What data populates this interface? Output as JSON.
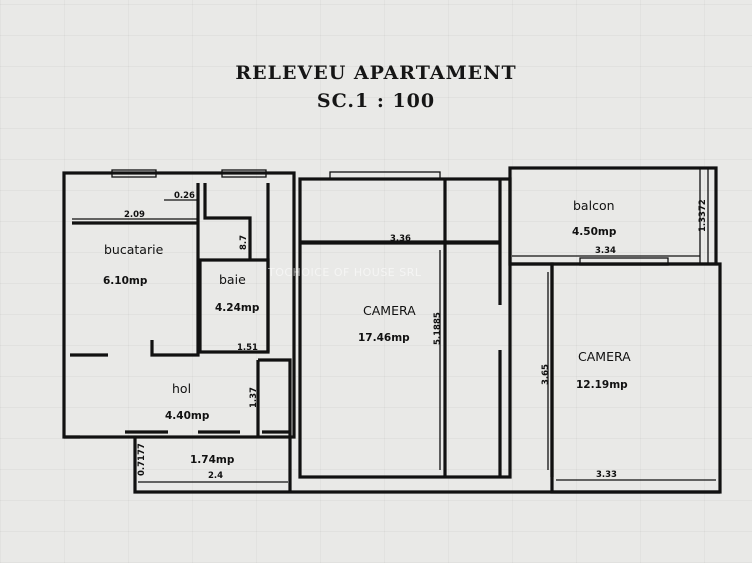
{
  "title": "RELEVEU   APARTAMENT",
  "subtitle": "SC.1 : 100",
  "watermark": "TOCHOICE OF HOUSE SRL",
  "rooms": [
    {
      "name": "bucatarie",
      "area": "6.10mp"
    },
    {
      "name": "baie",
      "area": "4.24mp"
    },
    {
      "name": "hol",
      "area": "4.40mp"
    },
    {
      "name": "",
      "area": "1.74mp"
    },
    {
      "name": "CAMERA",
      "area": "17.46mp"
    },
    {
      "name": "balcon",
      "area": "4.50mp"
    },
    {
      "name": "CAMERA",
      "area": "12.19mp"
    }
  ],
  "dimensions": [
    "2.09",
    "0.26",
    "8.7",
    "1.51",
    "1.37",
    "0.7177",
    "2.4",
    "3.36",
    "5.1885",
    "3.34",
    "1.3372",
    "3.65",
    "3.33"
  ]
}
